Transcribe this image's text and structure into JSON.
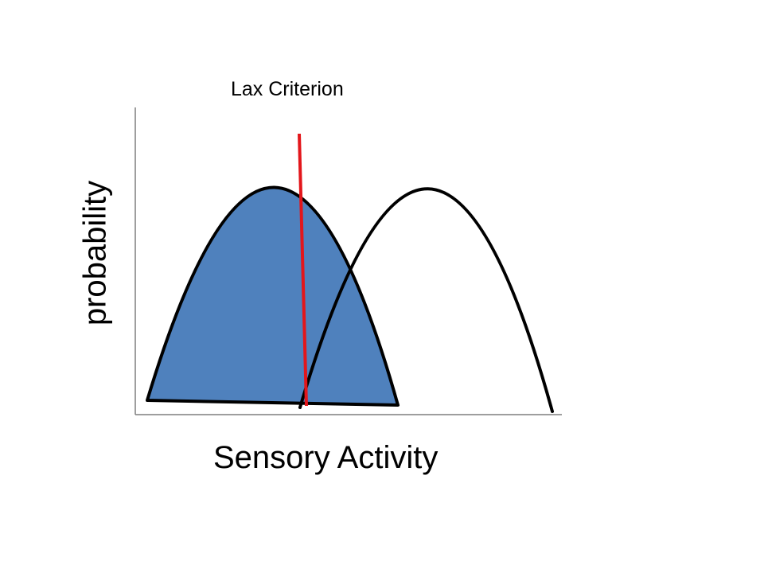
{
  "labels": {
    "criterion": "Lax Criterion",
    "x_axis": "Sensory Activity",
    "y_axis": "probability"
  },
  "colors": {
    "noise_fill": "#4F81BD",
    "curve_stroke": "#000000",
    "criterion_line": "#E3161B",
    "axis": "#7F7F7F"
  },
  "curves": [
    {
      "name": "",
      "filled": true
    },
    {
      "name": "",
      "filled": false
    }
  ]
}
